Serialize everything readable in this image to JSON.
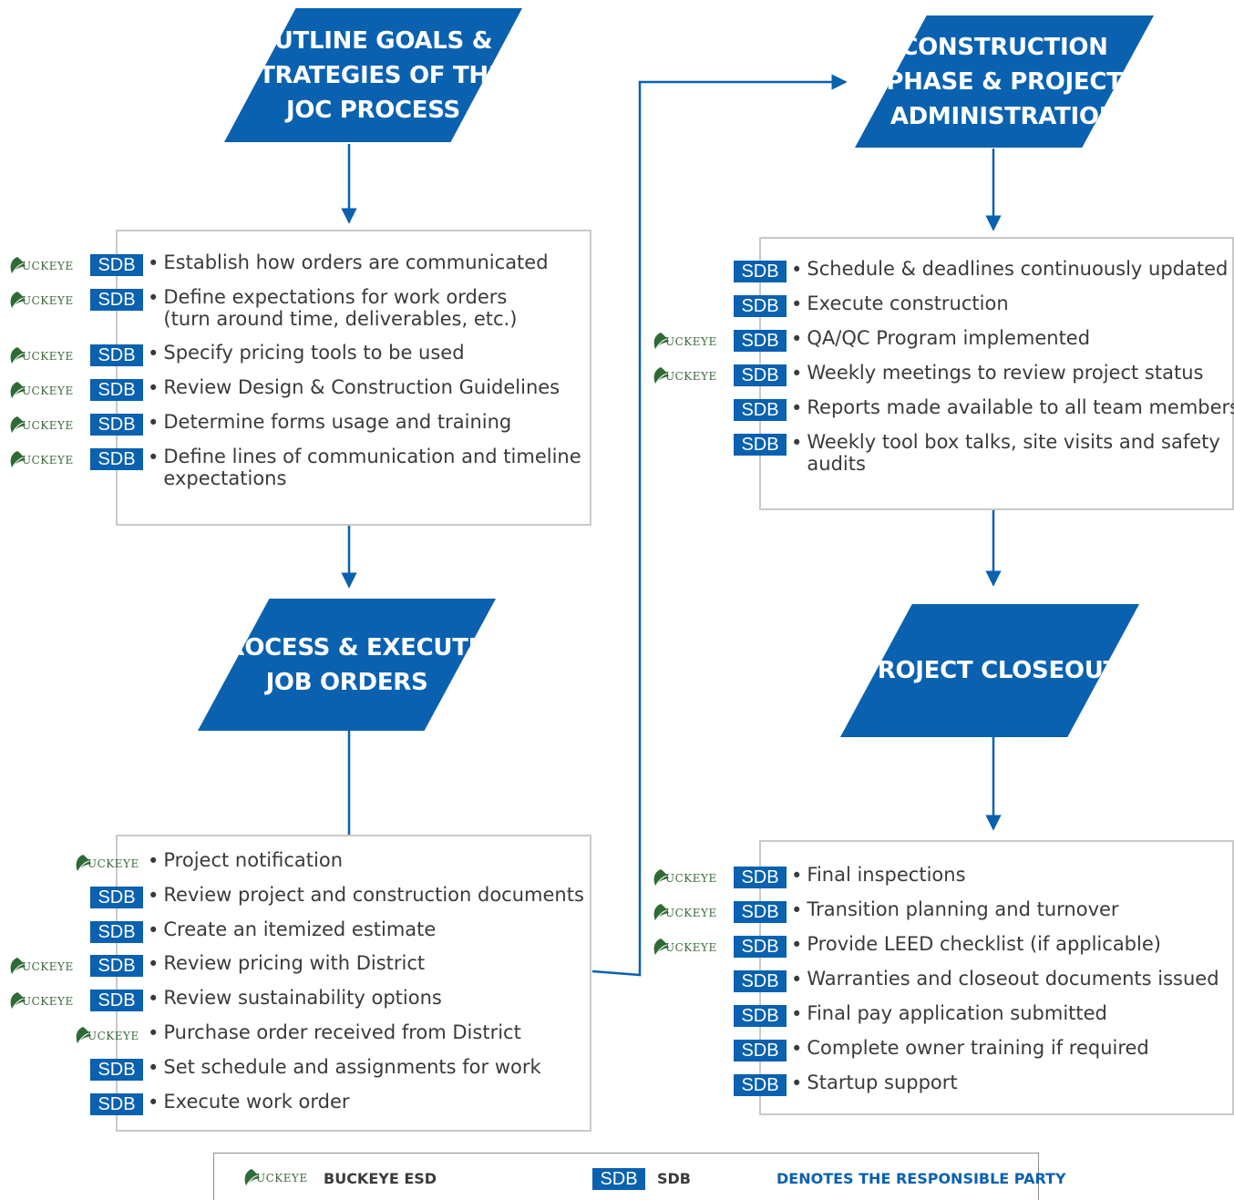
{
  "headers": {
    "outline": "OUTLINE GOALS &\nSTRATEGIES OF THE\nJOC PROCESS",
    "process": "PROCESS & EXECUTE\nJOB ORDERS",
    "construction": "CONSTRUCTION\nPHASE & PROJECT\nADMINISTRATION",
    "closeout": "PROJECT CLOSEOUT"
  },
  "badges": {
    "sdb": "SDB",
    "buckeye": "UCKEYE"
  },
  "outline_items": [
    {
      "text": "Establish how orders are communicated",
      "buckeye": true,
      "sdb": true
    },
    {
      "text": "Define expectations for work orders\n(turn around time, deliverables, etc.)",
      "buckeye": true,
      "sdb": true
    },
    {
      "text": "Specify pricing tools to be used",
      "buckeye": true,
      "sdb": true
    },
    {
      "text": "Review Design & Construction Guidelines",
      "buckeye": true,
      "sdb": true
    },
    {
      "text": "Determine forms usage and training",
      "buckeye": true,
      "sdb": true
    },
    {
      "text": "Define lines of communication and timeline\nexpectations",
      "buckeye": true,
      "sdb": true
    }
  ],
  "process_items": [
    {
      "text": "Project notification",
      "buckeye": true,
      "sdb": false
    },
    {
      "text": "Review project and construction documents",
      "buckeye": false,
      "sdb": true
    },
    {
      "text": "Create an itemized estimate",
      "buckeye": false,
      "sdb": true
    },
    {
      "text": "Review pricing with District",
      "buckeye": true,
      "sdb": true
    },
    {
      "text": "Review sustainability options",
      "buckeye": true,
      "sdb": true
    },
    {
      "text": "Purchase order received from District",
      "buckeye": true,
      "sdb": false
    },
    {
      "text": "Set schedule and assignments for work",
      "buckeye": false,
      "sdb": true
    },
    {
      "text": "Execute work order",
      "buckeye": false,
      "sdb": true
    }
  ],
  "construction_items": [
    {
      "text": "Schedule & deadlines continuously updated",
      "buckeye": false,
      "sdb": true
    },
    {
      "text": "Execute construction",
      "buckeye": false,
      "sdb": true
    },
    {
      "text": "QA/QC Program implemented",
      "buckeye": true,
      "sdb": true
    },
    {
      "text": "Weekly meetings to review project status",
      "buckeye": true,
      "sdb": true
    },
    {
      "text": "Reports made available to all team members",
      "buckeye": false,
      "sdb": true
    },
    {
      "text": "Weekly tool box talks, site visits and safety\naudits",
      "buckeye": false,
      "sdb": true
    }
  ],
  "closeout_items": [
    {
      "text": "Final inspections",
      "buckeye": true,
      "sdb": true
    },
    {
      "text": "Transition planning and turnover",
      "buckeye": true,
      "sdb": true
    },
    {
      "text": "Provide LEED checklist (if applicable)",
      "buckeye": true,
      "sdb": true
    },
    {
      "text": "Warranties and closeout documents issued",
      "buckeye": false,
      "sdb": true
    },
    {
      "text": "Final pay application submitted",
      "buckeye": false,
      "sdb": true
    },
    {
      "text": "Complete owner training if required",
      "buckeye": false,
      "sdb": true
    },
    {
      "text": "Startup support",
      "buckeye": false,
      "sdb": true
    }
  ],
  "legend": {
    "buckeye_label": "BUCKEYE ESD",
    "sdb_label": "SDB",
    "note": "DENOTES THE RESPONSIBLE PARTY"
  },
  "colors": {
    "primary_blue": "#0a61b0",
    "box_border": "#c9c9c9",
    "text": "#3a3a3a",
    "buckeye_green": "#2f6b35"
  }
}
